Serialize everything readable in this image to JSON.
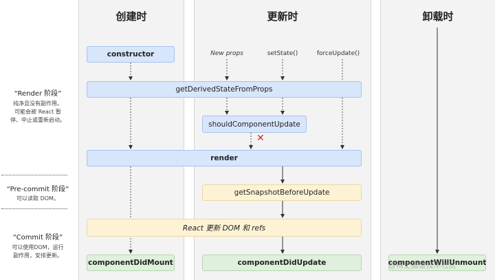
{
  "columns": {
    "mount": "创建时",
    "update": "更新时",
    "unmount": "卸载时"
  },
  "triggers": {
    "new_props": "New props",
    "set_state": "setState()",
    "force_update": "forceUpdate()"
  },
  "phases": {
    "render": {
      "title": "“Render 阶段”",
      "desc_lines": [
        "纯净且没有副作用。",
        "可能会被 React 暂",
        "停、中止或重新启动。"
      ]
    },
    "precommit": {
      "title": "“Pre-commit 阶段”",
      "desc_lines": [
        "可以读取 DOM。"
      ]
    },
    "commit": {
      "title": "“Commit 阶段”",
      "desc_lines": [
        "可以使用DOM，运行",
        "副作用，安排更新。"
      ]
    }
  },
  "methods": {
    "constructor": "constructor",
    "get_derived": "getDerivedStateFromProps",
    "should_update": "shouldComponentUpdate",
    "render": "render",
    "snapshot": "getSnapshotBeforeUpdate",
    "react_update_dom": "React 更新 DOM 和 refs",
    "did_mount": "componentDidMount",
    "did_update": "componentDidUpdate",
    "will_unmount": "componentWillUnmount"
  },
  "watermark": "@稀土掘金技术社区",
  "colors": {
    "render_box": "#d8e6fc",
    "commit_box": "#fdf3d4",
    "lifecycle_end_box": "#dff0dc",
    "column_bg": "#f3f3f3",
    "cancel_mark": "#e02020"
  }
}
